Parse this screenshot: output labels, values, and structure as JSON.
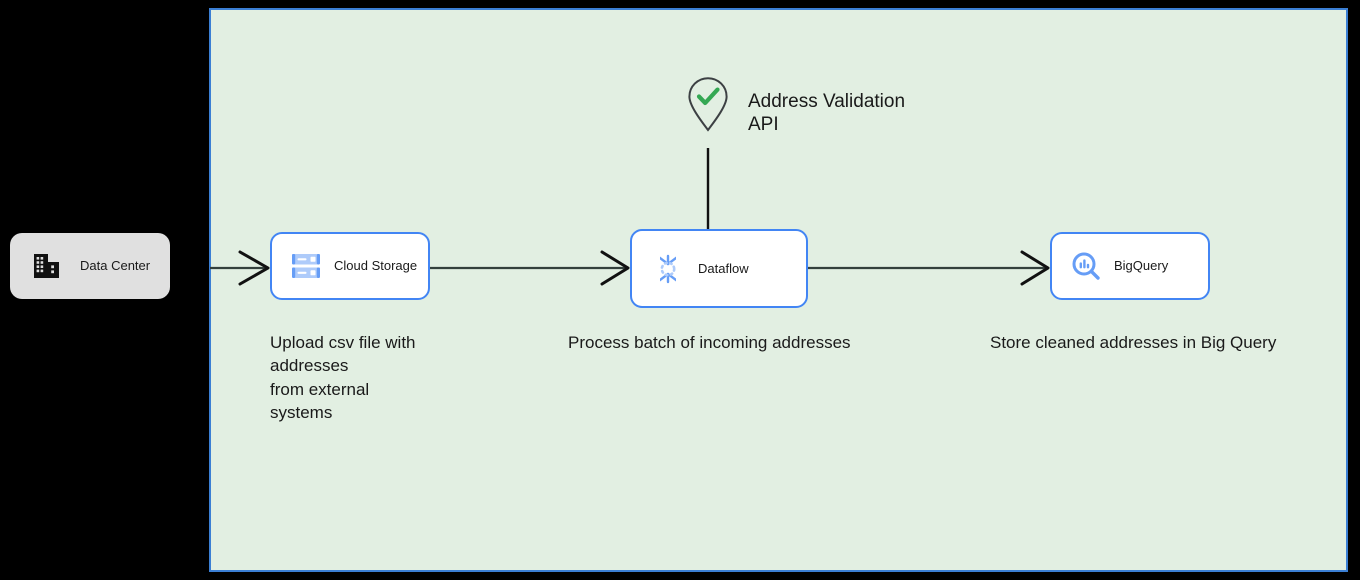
{
  "canvas": {
    "background_color": "#000000",
    "group_container": {
      "name": "gcp-boundary",
      "fill_color": "#e2efe2",
      "border_color": "#3b7fd4"
    }
  },
  "nodes": [
    {
      "id": "datacenter",
      "label": "Data Center",
      "icon": "building-icon",
      "style": "external-gray",
      "fill_color": "#e0e0e0"
    },
    {
      "id": "cloudstorage",
      "label": "Cloud Storage",
      "icon": "cloud-storage-icon",
      "style": "gcp-product",
      "fill_color": "#ffffff",
      "border_color": "#4285f4"
    },
    {
      "id": "dataflow",
      "label": "Dataflow",
      "icon": "dataflow-icon",
      "style": "gcp-product",
      "fill_color": "#ffffff",
      "border_color": "#4285f4"
    },
    {
      "id": "bigquery",
      "label": "BigQuery",
      "icon": "bigquery-icon",
      "style": "gcp-product",
      "fill_color": "#ffffff",
      "border_color": "#4285f4"
    }
  ],
  "api_node": {
    "label": "Address Validation\nAPI",
    "icon": "map-pin-check-icon",
    "check_color": "#34a853",
    "outline_color": "#3c4043"
  },
  "captions": {
    "storage": "Upload csv file with\naddresses\nfrom external\nsystems",
    "dataflow": "Process batch of incoming addresses",
    "bigquery": "Store cleaned addresses in Big Query"
  },
  "edges": [
    {
      "id": "datacenter-to-storage",
      "from": "datacenter",
      "to": "cloudstorage",
      "label": ""
    },
    {
      "id": "storage-to-dataflow",
      "from": "cloudstorage",
      "to": "dataflow",
      "label": ""
    },
    {
      "id": "dataflow-to-bigquery",
      "from": "dataflow",
      "to": "bigquery",
      "label": ""
    },
    {
      "id": "api-to-dataflow",
      "from": "api_node",
      "to": "dataflow",
      "label": ""
    }
  ]
}
